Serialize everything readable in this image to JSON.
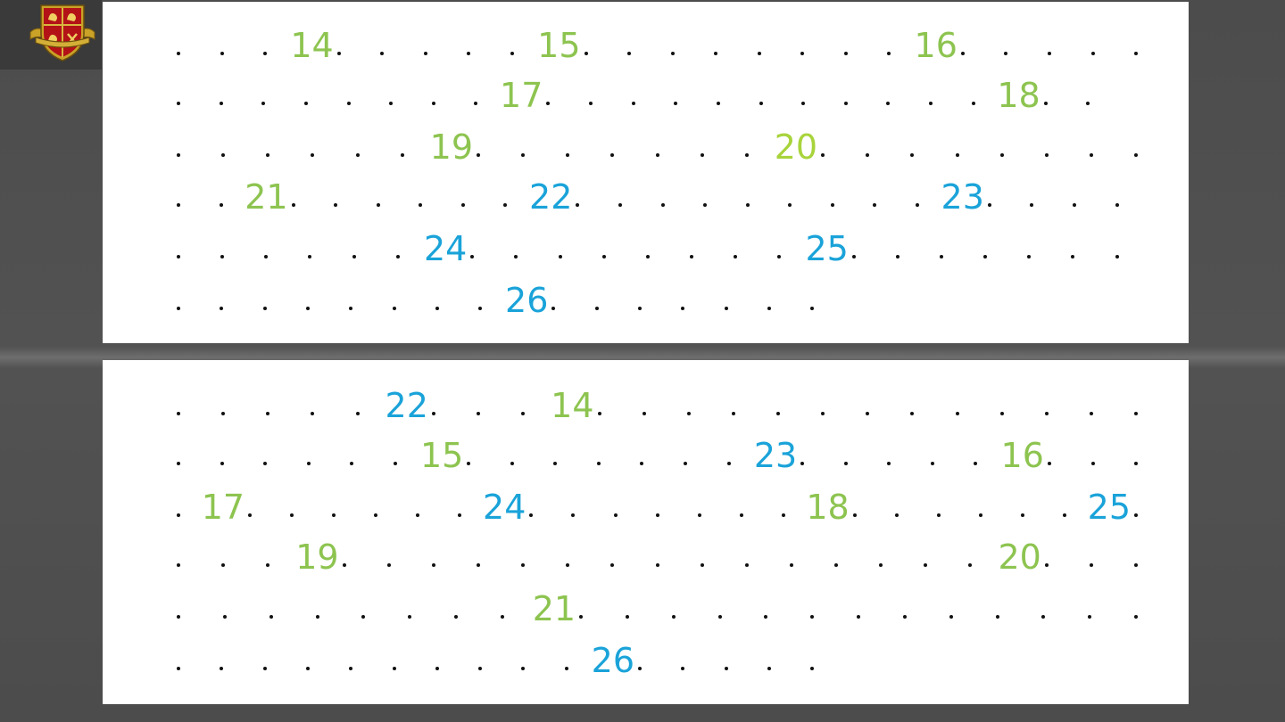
{
  "colors": {
    "green": "#8dc450",
    "lime": "#a8d43b",
    "blue": "#1aa3d9"
  },
  "logo": {
    "icon": "crest-shield-icon"
  },
  "panels": [
    {
      "rows": [
        {
          "dots": 21,
          "numbers": [
            {
              "text": "14",
              "after": 3,
              "color": "green"
            },
            {
              "text": "15",
              "after": 8,
              "color": "green"
            },
            {
              "text": "16",
              "after": 16,
              "color": "green"
            }
          ]
        },
        {
          "dots": 21,
          "numbers": [
            {
              "text": "17",
              "after": 8,
              "color": "green"
            },
            {
              "text": "18",
              "after": 19,
              "color": "green"
            }
          ]
        },
        {
          "dots": 21,
          "numbers": [
            {
              "text": "19",
              "after": 6,
              "color": "green"
            },
            {
              "text": "20",
              "after": 13,
              "color": "lime"
            }
          ]
        },
        {
          "dots": 21,
          "numbers": [
            {
              "text": "21",
              "after": 2,
              "color": "green"
            },
            {
              "text": "22",
              "after": 8,
              "color": "blue"
            },
            {
              "text": "23",
              "after": 17,
              "color": "blue"
            }
          ]
        },
        {
          "dots": 21,
          "numbers": [
            {
              "text": "24",
              "after": 6,
              "color": "blue"
            },
            {
              "text": "25",
              "after": 14,
              "color": "blue"
            }
          ]
        },
        {
          "dots": 15,
          "numbers": [
            {
              "text": "26",
              "after": 8,
              "color": "blue"
            }
          ]
        }
      ]
    },
    {
      "rows": [
        {
          "dots": 21,
          "numbers": [
            {
              "text": "22",
              "after": 5,
              "color": "blue"
            },
            {
              "text": "14",
              "after": 8,
              "color": "green"
            }
          ]
        },
        {
          "dots": 21,
          "numbers": [
            {
              "text": "15",
              "after": 6,
              "color": "green"
            },
            {
              "text": "23",
              "after": 13,
              "color": "blue"
            },
            {
              "text": "16",
              "after": 18,
              "color": "green"
            }
          ]
        },
        {
          "dots": 21,
          "numbers": [
            {
              "text": "17",
              "after": 1,
              "color": "green"
            },
            {
              "text": "24",
              "after": 7,
              "color": "blue"
            },
            {
              "text": "18",
              "after": 14,
              "color": "green"
            },
            {
              "text": "25",
              "after": 20,
              "color": "blue"
            }
          ]
        },
        {
          "dots": 21,
          "numbers": [
            {
              "text": "19",
              "after": 3,
              "color": "green"
            },
            {
              "text": "20",
              "after": 18,
              "color": "green"
            }
          ]
        },
        {
          "dots": 21,
          "numbers": [
            {
              "text": "21",
              "after": 8,
              "color": "green"
            }
          ]
        },
        {
          "dots": 15,
          "numbers": [
            {
              "text": "26",
              "after": 10,
              "color": "blue"
            }
          ]
        }
      ]
    }
  ]
}
